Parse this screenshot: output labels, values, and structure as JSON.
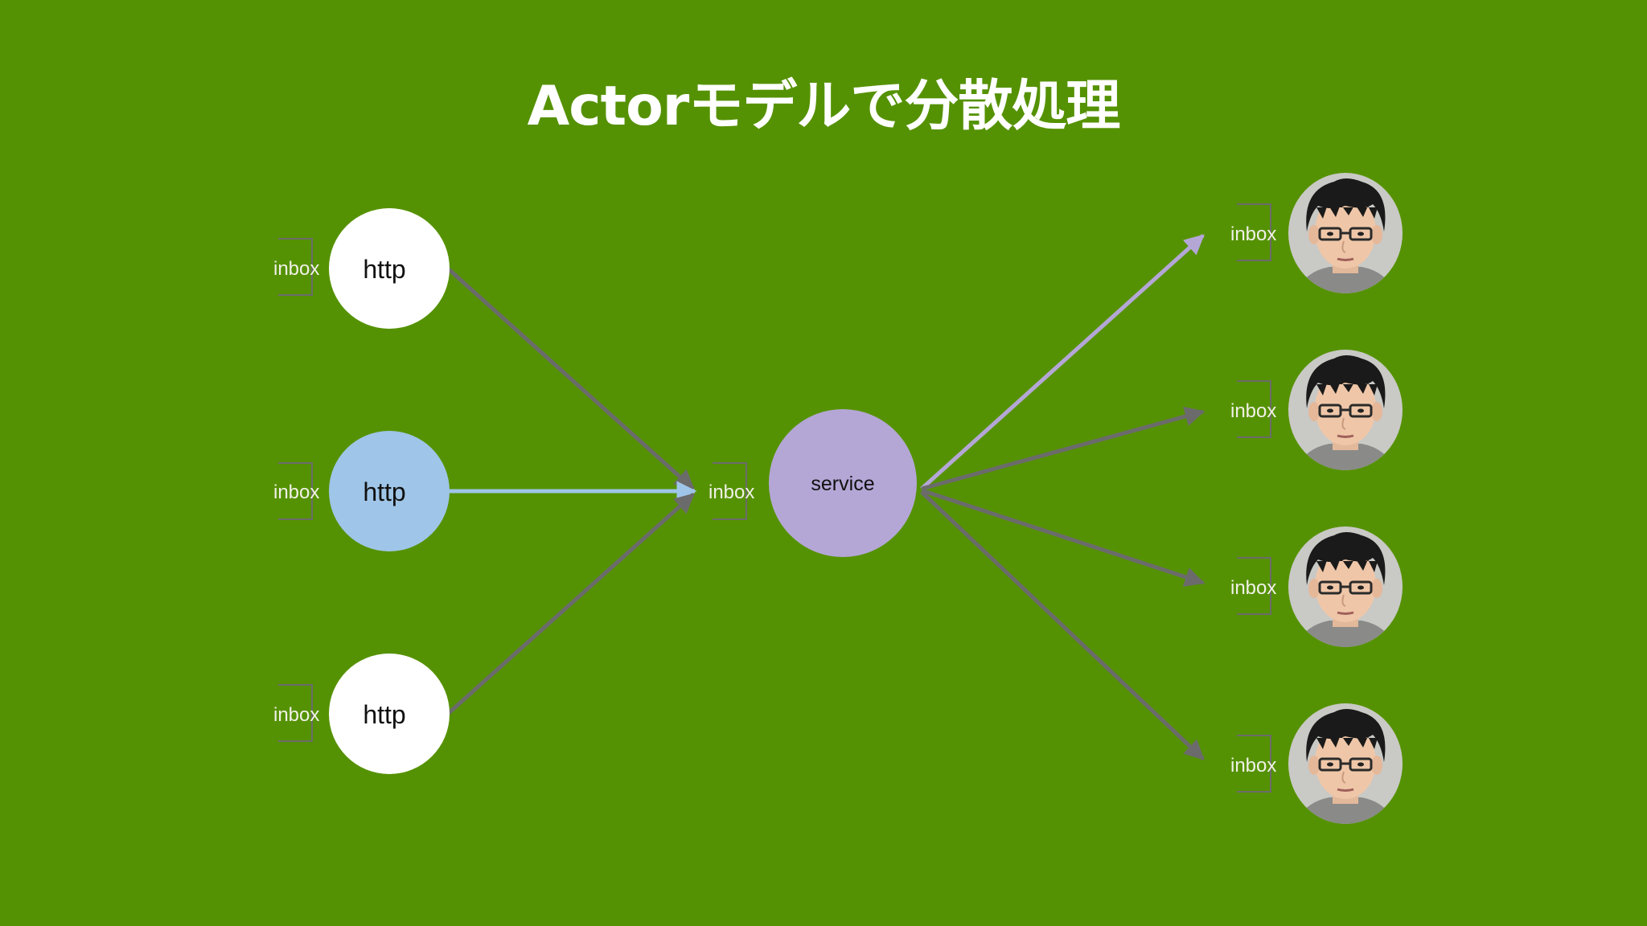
{
  "title": "Actorモデルで分散処理",
  "colors": {
    "background": "#559203",
    "http_node": "#ffffff",
    "http_node_active": "#9fc5e8",
    "service_node": "#b4a7d6",
    "arrow_default": "#6b6b6b",
    "arrow_active": "#9fc5e8",
    "arrow_highlight": "#b4a7d6",
    "inbox_bracket": "#6b6b6b",
    "inbox_text": "#f1f1e8"
  },
  "http_nodes": [
    {
      "label": "http",
      "inbox": "inbox",
      "active": false
    },
    {
      "label": "http",
      "inbox": "inbox",
      "active": true
    },
    {
      "label": "http",
      "inbox": "inbox",
      "active": false
    }
  ],
  "service_node": {
    "label": "service",
    "inbox": "inbox"
  },
  "workers": [
    {
      "inbox": "inbox",
      "icon": "person-face-icon",
      "highlighted": true
    },
    {
      "inbox": "inbox",
      "icon": "person-face-icon",
      "highlighted": false
    },
    {
      "inbox": "inbox",
      "icon": "person-face-icon",
      "highlighted": false
    },
    {
      "inbox": "inbox",
      "icon": "person-face-icon",
      "highlighted": false
    }
  ]
}
